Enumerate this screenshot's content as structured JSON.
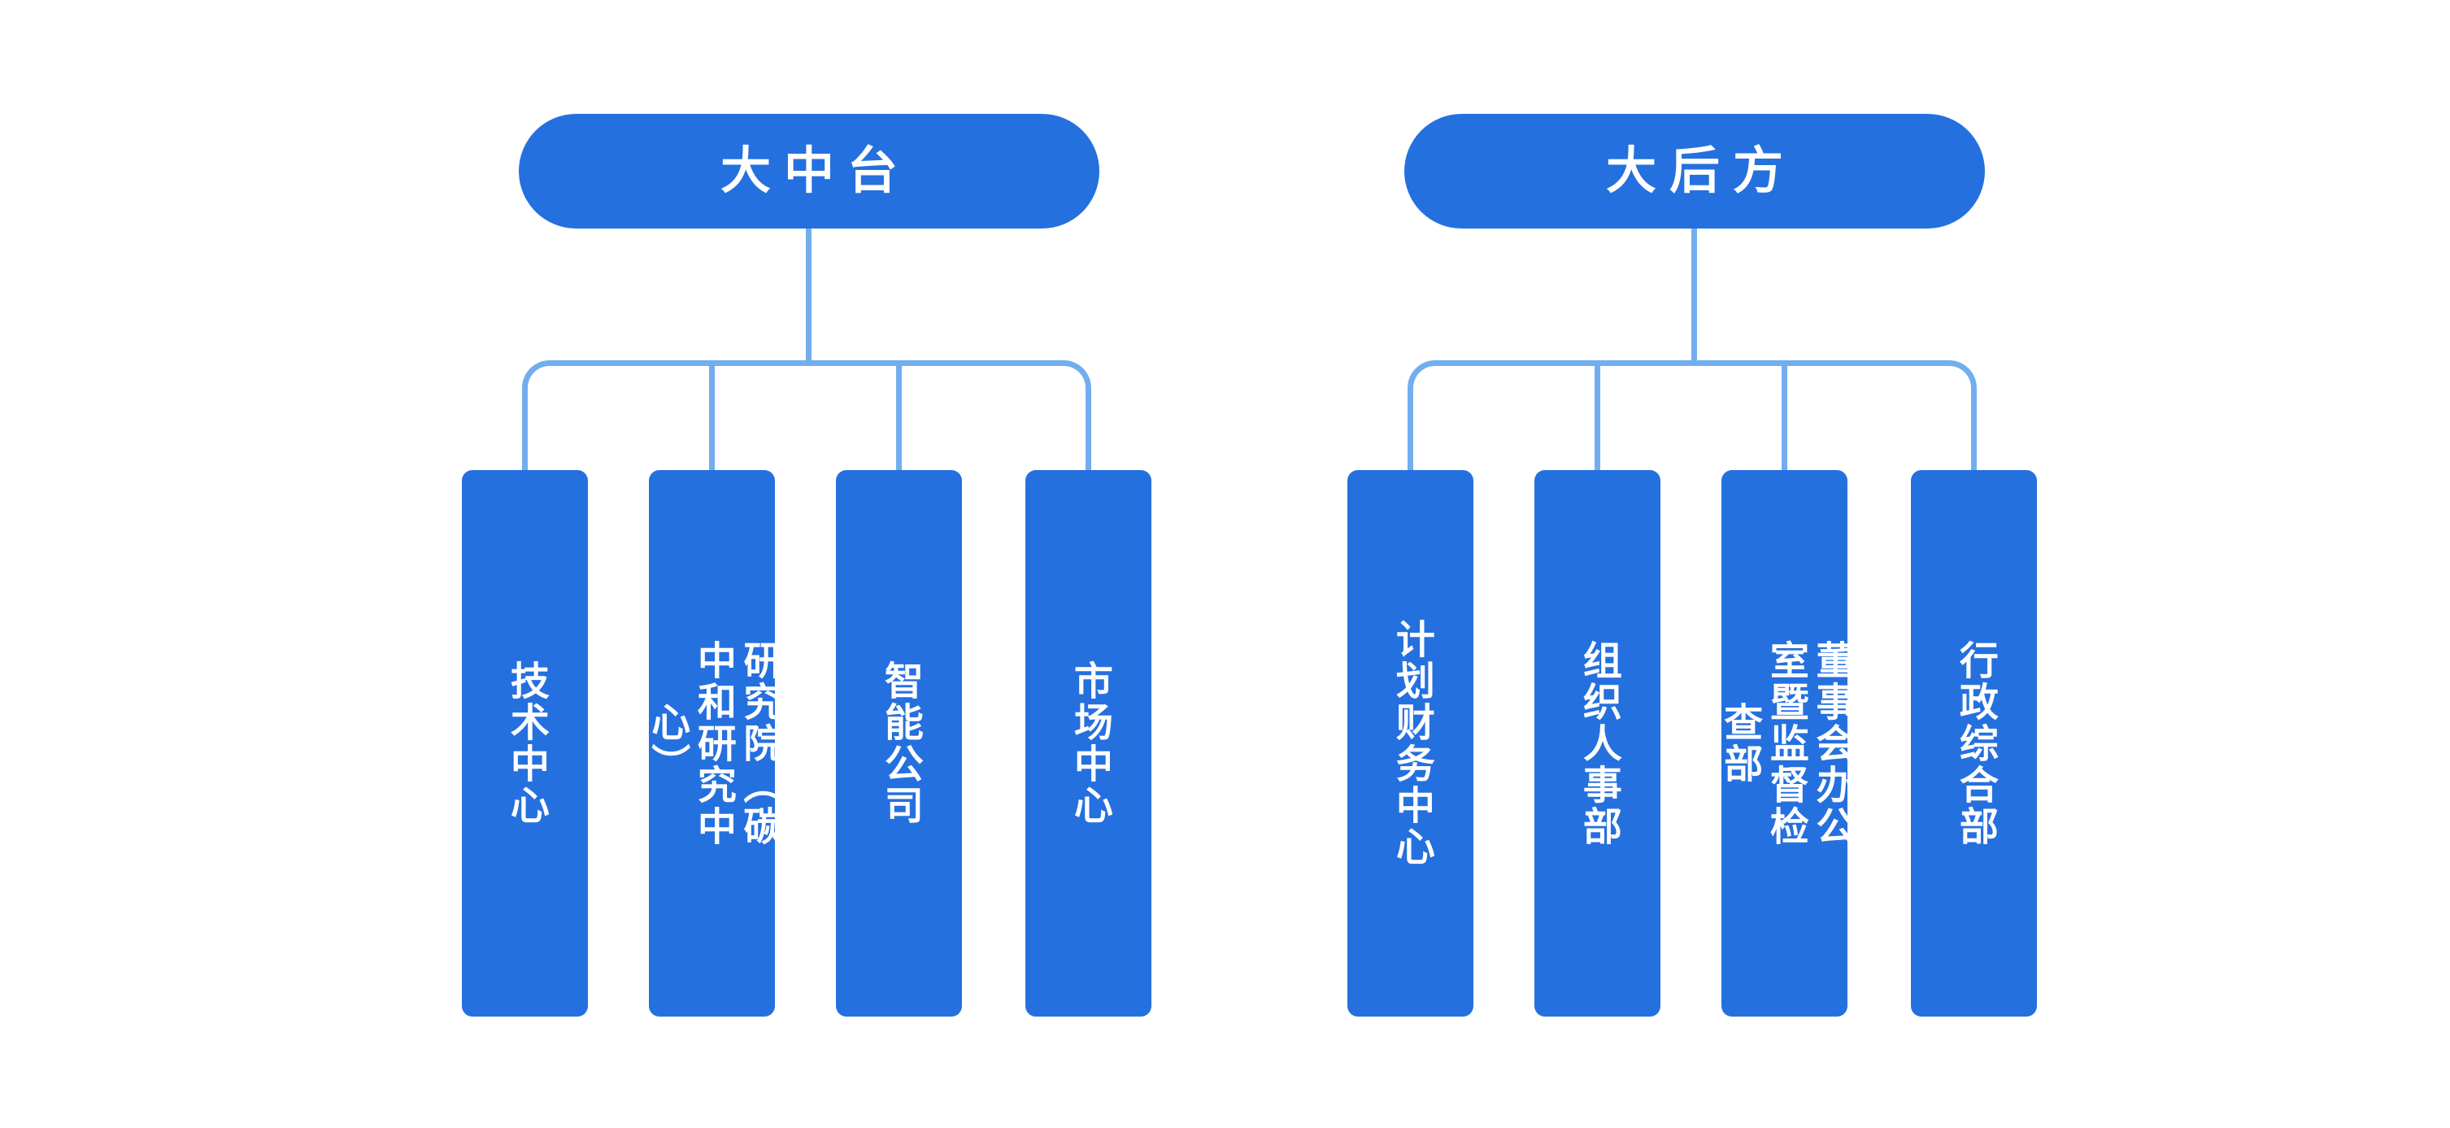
{
  "theme": {
    "brand_color": "#2570df",
    "line_color": "#72aeee",
    "text_color": "#ffffff",
    "background": "#ffffff"
  },
  "diagram": {
    "type": "org-chart",
    "orientation": "top-down",
    "group_count": 2,
    "groups": [
      {
        "id": "zhongtai",
        "header": "大中台",
        "children": [
          {
            "label": "技术中心",
            "lines": 1
          },
          {
            "label": "研究院（碳中和研究中心）",
            "lines": 2
          },
          {
            "label": "智能公司",
            "lines": 1
          },
          {
            "label": "市场中心",
            "lines": 1
          }
        ]
      },
      {
        "id": "houfang",
        "header": "大后方",
        "children": [
          {
            "label": "计划财务中心",
            "lines": 1
          },
          {
            "label": "组织人事部",
            "lines": 1
          },
          {
            "label": "董事会办公室暨监督检查部",
            "lines": 2
          },
          {
            "label": "行政综合部",
            "lines": 1
          }
        ]
      }
    ]
  }
}
